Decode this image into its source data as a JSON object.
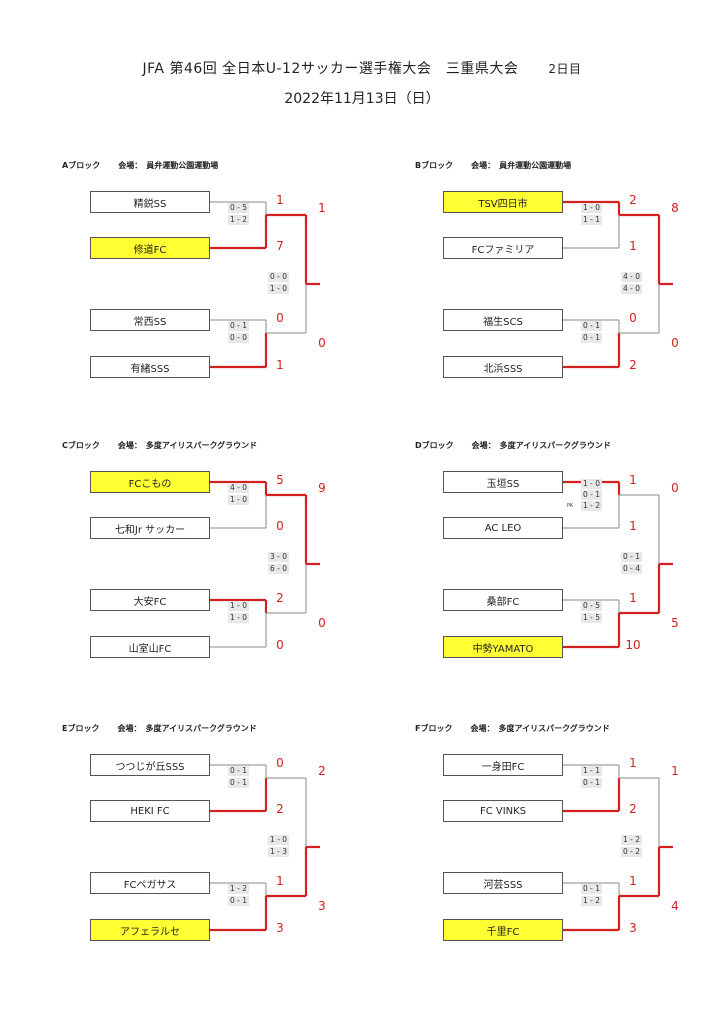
{
  "header": {
    "title": "JFA 第46回 全日本U-12サッカー選手権大会　三重県大会",
    "day": "2日目",
    "date": "2022年11月13日（日）"
  },
  "blocks": [
    {
      "label": "Aブロック",
      "venue": "会場：　員弁運動公園運動場",
      "teams": [
        "精鋭SS",
        "修道FC",
        "常西SS",
        "有緒SSS"
      ],
      "winners": [
        false,
        true,
        false,
        false
      ],
      "scores": [
        "1",
        "7",
        "0",
        "1"
      ],
      "semis": [
        {
          "h1": "0 - 5",
          "h2": "1 - 2"
        },
        {
          "h1": "0 - 1",
          "h2": "0 - 0"
        }
      ],
      "final": {
        "top": "1",
        "bottom": "0",
        "h1": "0 - 0",
        "h2": "1 - 0"
      }
    },
    {
      "label": "Bブロック",
      "venue": "会場：　員弁運動公園運動場",
      "teams": [
        "TSV四日市",
        "FCファミリア",
        "福生SCS",
        "北浜SSS"
      ],
      "winners": [
        true,
        false,
        false,
        false
      ],
      "scores": [
        "2",
        "1",
        "0",
        "2"
      ],
      "semis": [
        {
          "h1": "1 - 0",
          "h2": "1 - 1"
        },
        {
          "h1": "0 - 1",
          "h2": "0 - 1"
        }
      ],
      "final": {
        "top": "8",
        "bottom": "0",
        "h1": "4 - 0",
        "h2": "4 - 0"
      }
    },
    {
      "label": "Cブロック",
      "venue": "会場：　多度アイリスパークグラウンド",
      "teams": [
        "FCこもの",
        "七和Jr サッカー",
        "大安FC",
        "山室山FC"
      ],
      "winners": [
        true,
        false,
        false,
        false
      ],
      "scores": [
        "5",
        "0",
        "2",
        "0"
      ],
      "semis": [
        {
          "h1": "4 - 0",
          "h2": "1 - 0"
        },
        {
          "h1": "1 - 0",
          "h2": "1 - 0"
        }
      ],
      "final": {
        "top": "9",
        "bottom": "0",
        "h1": "3 - 0",
        "h2": "6 - 0"
      }
    },
    {
      "label": "Dブロック",
      "venue": "会場：　多度アイリスパークグラウンド",
      "teams": [
        "玉垣SS",
        "AC LEO",
        "桑部FC",
        "中勢YAMATO"
      ],
      "winners": [
        false,
        false,
        false,
        true
      ],
      "scores": [
        "1",
        "1",
        "1",
        "10"
      ],
      "semis": [
        {
          "h1": "1 - 0",
          "h2": "0 - 1",
          "h3": "1 - 2",
          "pk": "PK"
        },
        {
          "h1": "0 - 5",
          "h2": "1 - 5"
        }
      ],
      "final": {
        "top": "0",
        "bottom": "5",
        "h1": "0 - 1",
        "h2": "0 - 4"
      }
    },
    {
      "label": "Eブロック",
      "venue": "会場：　多度アイリスパークグラウンド",
      "teams": [
        "つつじが丘SSS",
        "HEKI FC",
        "FCペガサス",
        "アフェラルセ"
      ],
      "winners": [
        false,
        false,
        false,
        true
      ],
      "scores": [
        "0",
        "2",
        "1",
        "3"
      ],
      "semis": [
        {
          "h1": "0 - 1",
          "h2": "0 - 1"
        },
        {
          "h1": "1 - 2",
          "h2": "0 - 1"
        }
      ],
      "final": {
        "top": "2",
        "bottom": "3",
        "h1": "1 - 0",
        "h2": "1 - 3"
      }
    },
    {
      "label": "Fブロック",
      "venue": "会場：　多度アイリスパークグラウンド",
      "teams": [
        "一身田FC",
        "FC VINKS",
        "河芸SSS",
        "千里FC"
      ],
      "winners": [
        false,
        false,
        false,
        true
      ],
      "scores": [
        "1",
        "2",
        "1",
        "3"
      ],
      "semis": [
        {
          "h1": "1 - 1",
          "h2": "0 - 1"
        },
        {
          "h1": "0 - 1",
          "h2": "1 - 2"
        }
      ],
      "final": {
        "top": "1",
        "bottom": "4",
        "h1": "1 - 2",
        "h2": "0 - 2"
      }
    }
  ],
  "colors": {
    "winner_fill": "#ffff33",
    "win_line": "#d42020",
    "score": "#d42020"
  }
}
